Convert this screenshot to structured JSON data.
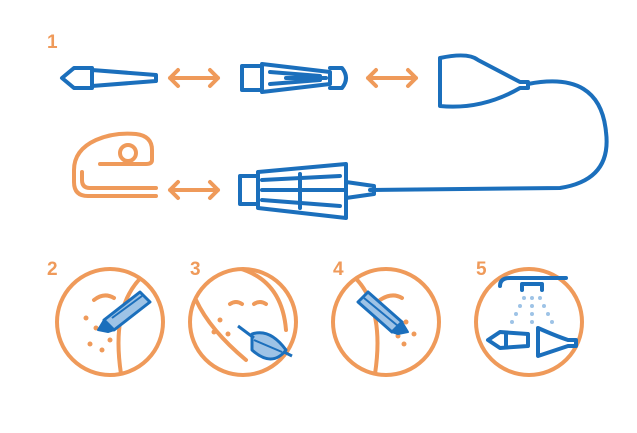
{
  "colors": {
    "blue": "#1b6fbc",
    "orange": "#ef9a5a",
    "light_blue": "#9ec3e6"
  },
  "steps": [
    {
      "label": "1"
    },
    {
      "label": "2"
    },
    {
      "label": "3"
    },
    {
      "label": "4"
    },
    {
      "label": "5"
    }
  ],
  "icons": {
    "step1": [
      "nozzle-tip-icon",
      "double-arrow-icon",
      "filter-chamber-icon",
      "double-arrow-icon",
      "cup-tube-icon",
      "aspirator-pump-icon",
      "double-arrow-icon",
      "mouthpiece-icon"
    ],
    "step2": "insert-nozzle-icon",
    "step3": "suction-mouth-icon",
    "step4": "remove-nozzle-icon",
    "step5": "rinse-parts-icon"
  }
}
